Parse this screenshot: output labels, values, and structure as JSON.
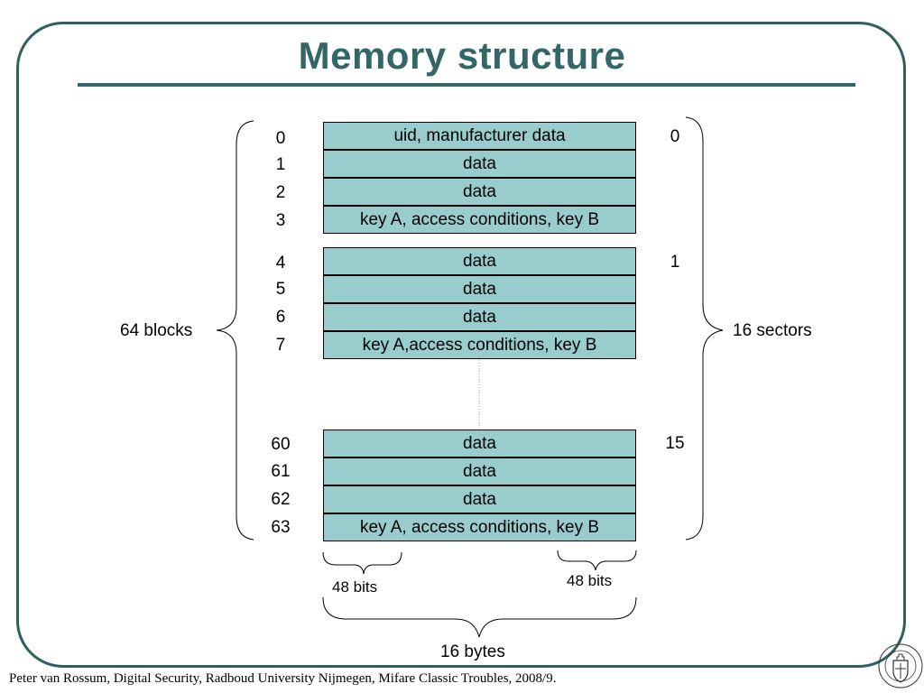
{
  "title": "Memory structure",
  "sector_0": {
    "number": "0",
    "blocks": [
      {
        "index": "0",
        "content": "uid, manufacturer data"
      },
      {
        "index": "1",
        "content": "data"
      },
      {
        "index": "2",
        "content": "data"
      },
      {
        "index": "3",
        "content": "key A, access conditions, key B"
      }
    ]
  },
  "sector_1": {
    "number": "1",
    "blocks": [
      {
        "index": "4",
        "content": "data"
      },
      {
        "index": "5",
        "content": "data"
      },
      {
        "index": "6",
        "content": "data"
      },
      {
        "index": "7",
        "content": "key A,access conditions, key B"
      }
    ]
  },
  "sector_15": {
    "number": "15",
    "blocks": [
      {
        "index": "60",
        "content": "data"
      },
      {
        "index": "61",
        "content": "data"
      },
      {
        "index": "62",
        "content": "data"
      },
      {
        "index": "63",
        "content": "key A, access conditions, key B"
      }
    ]
  },
  "labels": {
    "blocks_total": "64 blocks",
    "sectors_total": "16 sectors",
    "key_a_bits": "48 bits",
    "key_b_bits": "48 bits",
    "block_size": "16 bytes"
  },
  "footer": "Peter van Rossum, Digital Security, Radboud University Nijmegen, Mifare Classic Troubles, 2008/9.",
  "colors": {
    "title": "#336666",
    "frame": "#2f5f5f",
    "block_fill": "#99cccc"
  }
}
